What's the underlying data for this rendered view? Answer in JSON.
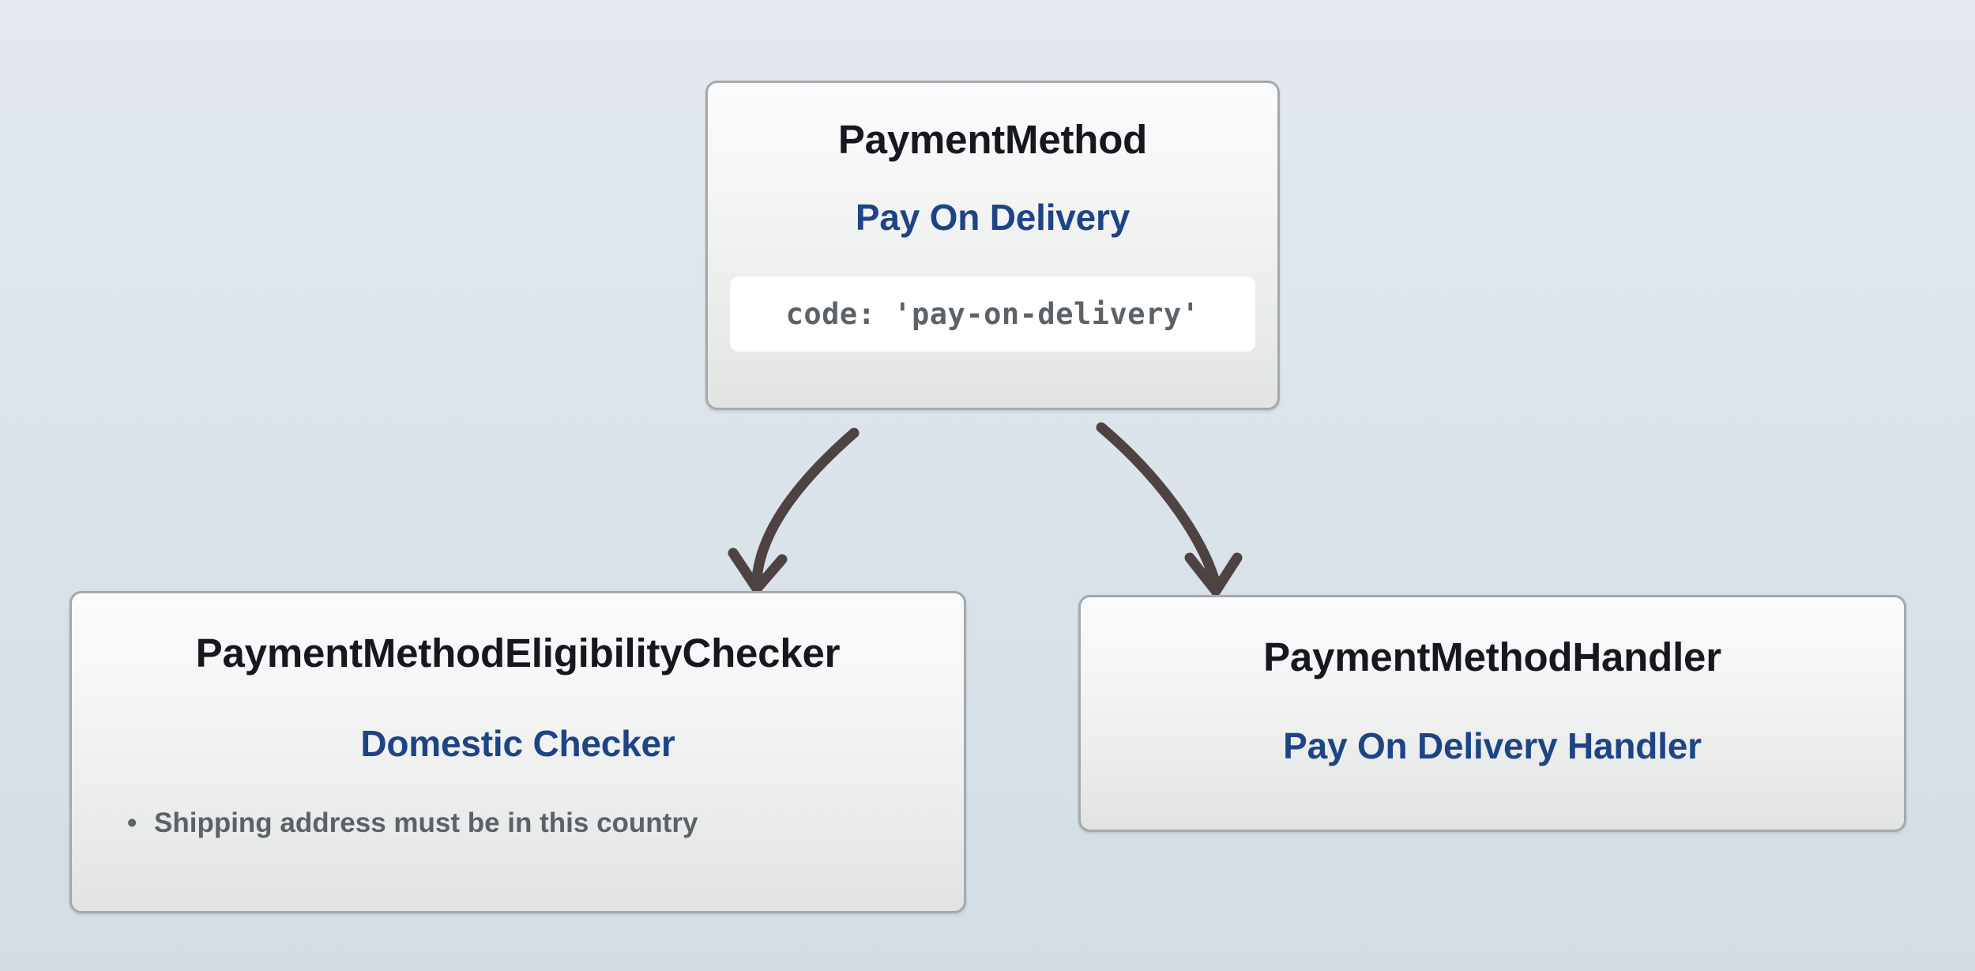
{
  "diagram": {
    "kind": "class-relationship-diagram",
    "background_top_color": "#e3e9ef",
    "background_bottom_color": "#d3dde5",
    "accent_color": "#1d4485",
    "type_label_color": "#15181f",
    "muted_text_color": "#5b6268",
    "card_border_color": "#a2aaae",
    "connector_color": "#4e4242"
  },
  "nodes": {
    "payment_method": {
      "type_label": "PaymentMethod",
      "title": "Pay On Delivery",
      "code": "code: 'pay-on-delivery'"
    },
    "eligibility_checker": {
      "type_label": "PaymentMethodEligibilityChecker",
      "title": "Domestic Checker",
      "constraints": [
        {
          "bullet": "•",
          "text": "Shipping address must be in this country"
        }
      ]
    },
    "payment_handler": {
      "type_label": "PaymentMethodHandler",
      "title": "Pay On Delivery Handler"
    }
  },
  "connectors": [
    {
      "name": "payment-method-to-eligibility-checker",
      "from": "payment_method",
      "to": "eligibility_checker",
      "style": "curved-arrow"
    },
    {
      "name": "payment-method-to-payment-handler",
      "from": "payment_method",
      "to": "payment_handler",
      "style": "curved-arrow"
    }
  ]
}
